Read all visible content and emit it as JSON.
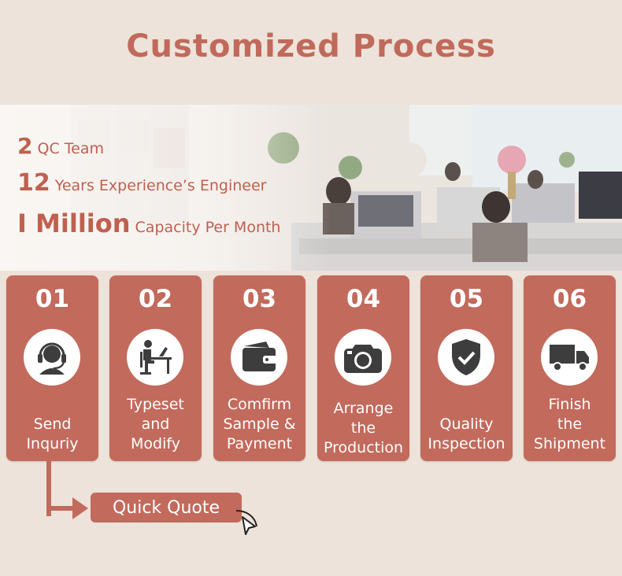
{
  "title": "Customized Process",
  "stats": [
    {
      "value": "2",
      "text": "QC Team"
    },
    {
      "value": "12",
      "text": "Years Experience’s Engineer"
    },
    {
      "value": "I Million",
      "text": "Capacity Per Month"
    }
  ],
  "steps": [
    {
      "num": "01",
      "icon": "headset-icon",
      "lines": [
        "Send",
        "Inquriy"
      ]
    },
    {
      "num": "02",
      "icon": "designer-desk-icon",
      "lines": [
        "Typeset",
        "and",
        "Modify"
      ]
    },
    {
      "num": "03",
      "icon": "wallet-icon",
      "lines": [
        "Comfirm",
        "Sample &",
        "Payment"
      ]
    },
    {
      "num": "04",
      "icon": "camera-icon",
      "lines": [
        "Arrange",
        "the",
        "Production"
      ]
    },
    {
      "num": "05",
      "icon": "shield-check-icon",
      "lines": [
        "Quality",
        "Inspection"
      ]
    },
    {
      "num": "06",
      "icon": "truck-icon",
      "lines": [
        "Finish",
        "the",
        "Shipment"
      ]
    }
  ],
  "quote_button": "Quick Quote",
  "colors": {
    "accent": "#c26a5c",
    "background": "#ede3da",
    "icon": "#3d3d3d"
  }
}
